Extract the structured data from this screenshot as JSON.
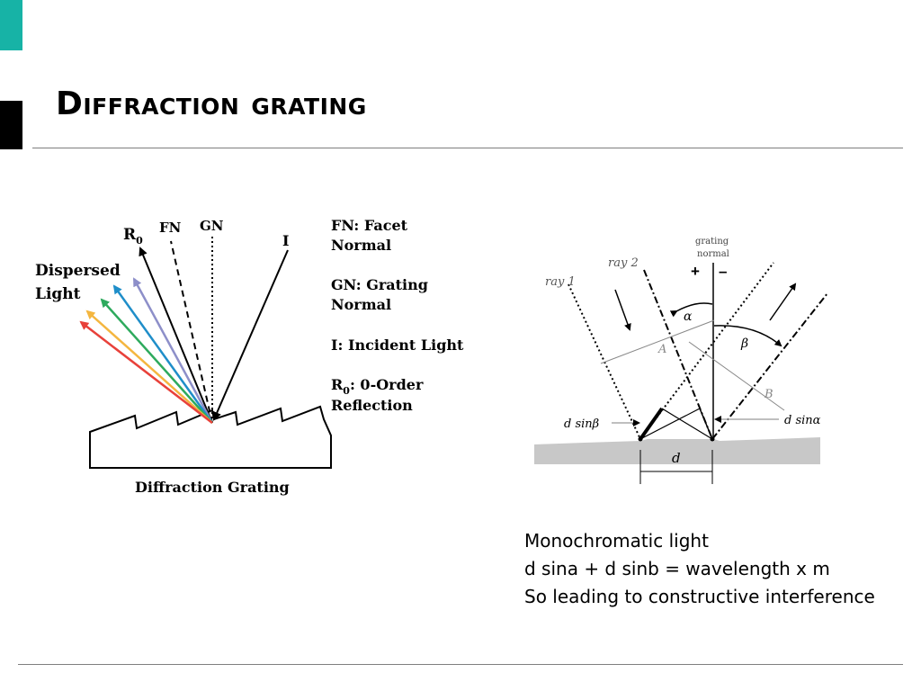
{
  "slide": {
    "title": "Diffraction grating"
  },
  "left_diagram": {
    "labels": {
      "r0_main": "R",
      "r0_sub": "0",
      "fn": "FN",
      "gn": "GN",
      "i": "I",
      "dispersed_1": "Dispersed",
      "dispersed_2": "Light",
      "grating_caption": "Diffraction Grating"
    },
    "legend": [
      {
        "line1": "FN: Facet",
        "line2": "Normal"
      },
      {
        "line1": "GN: Grating",
        "line2": "Normal"
      },
      {
        "line1": "I: Incident Light",
        "line2": ""
      },
      {
        "line1": "R",
        "sub": "0",
        "rest": ": 0-Order",
        "line2": "Reflection"
      }
    ],
    "ray_colors": [
      "#e8413a",
      "#f4b63f",
      "#2eaa5d",
      "#1f8ec9",
      "#8d8fc9"
    ],
    "ray_colors_desc": [
      "red",
      "yellow",
      "green",
      "blue",
      "violet"
    ]
  },
  "right_diagram": {
    "labels": {
      "grating_normal_1": "grating",
      "grating_normal_2": "normal",
      "plus": "+",
      "minus": "–",
      "ray1": "ray 1",
      "ray2": "ray 2",
      "alpha": "α",
      "beta": "β",
      "a": "A",
      "b": "B",
      "dsinb": "d sinβ",
      "dsina": "d sinα",
      "d": "d"
    }
  },
  "caption": {
    "line1": "Monochromatic light",
    "line2": "d sina + d sinb = wavelength x m",
    "line3": "So leading to constructive interference"
  }
}
